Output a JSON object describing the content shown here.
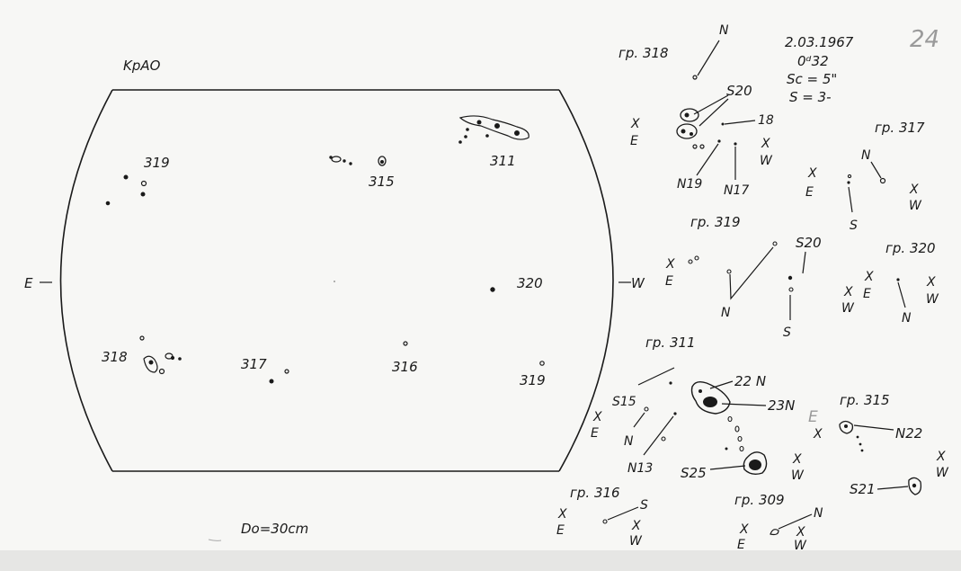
{
  "page_number": "24",
  "observatory": "KpAO",
  "diameter": "Do=30cm",
  "header": {
    "date": "2.03.1967",
    "time": "0ᵈ32",
    "seeing": "Sc = 5\"",
    "s": "S = 3-"
  },
  "disk": {
    "east": "E",
    "west": "W",
    "groups": [
      "319",
      "315",
      "311",
      "320",
      "318",
      "317",
      "316",
      "319"
    ]
  },
  "details": {
    "g318": {
      "title": "гр. 318",
      "labels": [
        "N",
        "S20",
        "18",
        "N19",
        "N17",
        "X",
        "E",
        "X",
        "W"
      ]
    },
    "g317": {
      "title": "гр. 317",
      "labels": [
        "N",
        "S",
        "X",
        "E",
        "X",
        "W"
      ]
    },
    "g319": {
      "title": "гр. 319",
      "labels": [
        "S20",
        "N",
        "S",
        "X",
        "E"
      ]
    },
    "g320": {
      "title": "гр. 320",
      "labels": [
        "N",
        "X",
        "E",
        "X",
        "W",
        "X",
        "W"
      ]
    },
    "g311": {
      "title": "гр. 311",
      "labels": [
        "22 N",
        "23N",
        "S15",
        "N",
        "N13",
        "S25",
        "X",
        "E",
        "X",
        "W"
      ]
    },
    "g315": {
      "title": "гр. 315",
      "labels": [
        "N22",
        "S21",
        "E",
        "X",
        "X",
        "W"
      ]
    },
    "g316": {
      "title": "гр. 316",
      "labels": [
        "S",
        "X",
        "E",
        "X",
        "W"
      ]
    },
    "g309": {
      "title": "гр. 309",
      "labels": [
        "N",
        "X",
        "E",
        "X",
        "W"
      ]
    }
  }
}
